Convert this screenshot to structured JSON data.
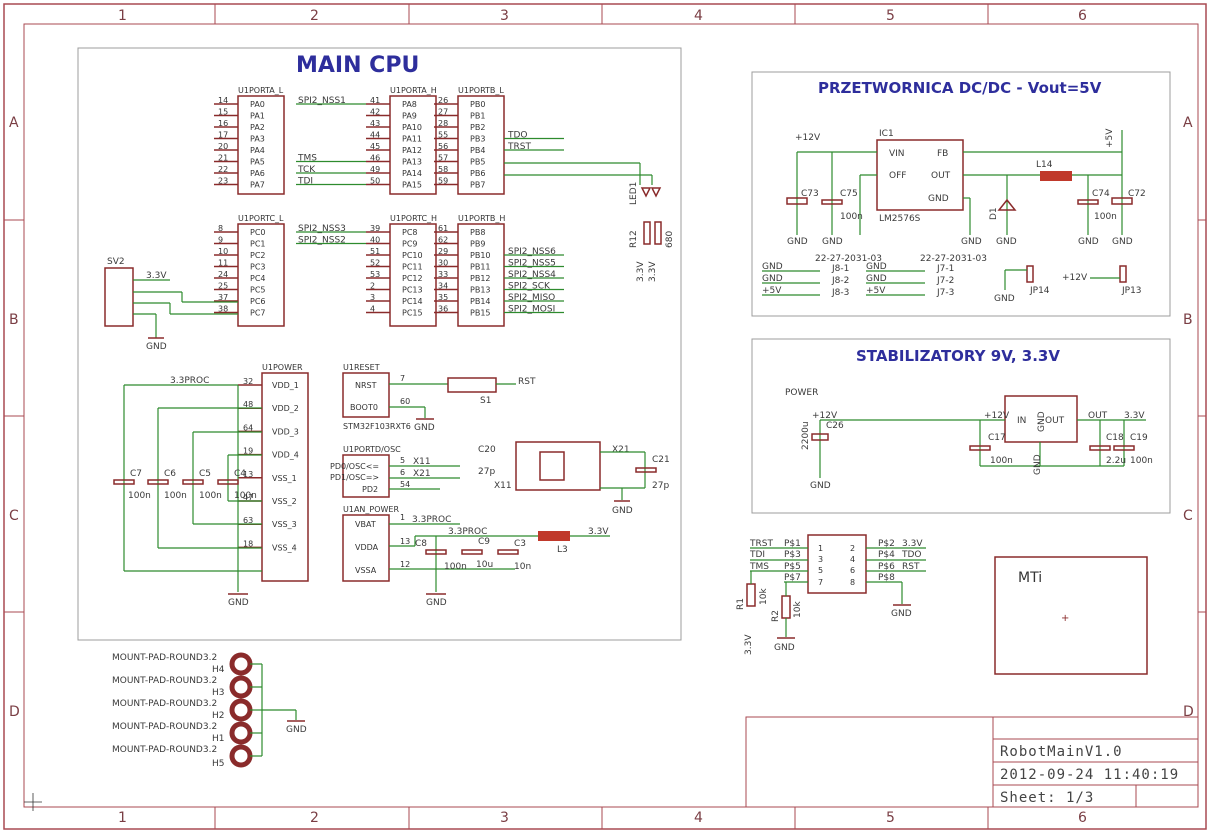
{
  "grid": {
    "columns": [
      "1",
      "2",
      "3",
      "4",
      "5",
      "6"
    ],
    "rows": [
      "A",
      "B",
      "C",
      "D"
    ]
  },
  "sections": {
    "main_cpu": "MAIN CPU",
    "dcdc": "PRZETWORNICA DC/DC - Vout=5V",
    "stab": "STABILIZATORY 9V, 3.3V",
    "mti": "MTi"
  },
  "cpu": {
    "porta_l": {
      "name": "U1PORTA_L",
      "pins": [
        "14",
        "15",
        "16",
        "17",
        "20",
        "21",
        "22",
        "23"
      ],
      "signals": [
        "PA0",
        "PA1",
        "PA2",
        "PA3",
        "PA4",
        "PA5",
        "PA6",
        "PA7"
      ]
    },
    "porta_h": {
      "name": "U1PORTA_H",
      "pins": [
        "41",
        "42",
        "43",
        "44",
        "45",
        "46",
        "49",
        "50"
      ],
      "signals": [
        "PA8",
        "PA9",
        "PA10",
        "PA11",
        "PA12",
        "PA13",
        "PA14",
        "PA15"
      ],
      "nets": [
        "SPI2_NSS1",
        "",
        "",
        "",
        "",
        "TMS",
        "TCK",
        "TDI"
      ]
    },
    "portb_l": {
      "name": "U1PORTB_L",
      "pins": [
        "26",
        "27",
        "28",
        "55",
        "56",
        "57",
        "58",
        "59"
      ],
      "signals": [
        "PB0",
        "PB1",
        "PB2",
        "PB3",
        "PB4",
        "PB5",
        "PB6",
        "PB7"
      ],
      "nets": [
        "",
        "",
        "",
        "TDO",
        "TRST",
        "",
        "",
        ""
      ]
    },
    "portc_l": {
      "name": "U1PORTC_L",
      "pins": [
        "8",
        "9",
        "10",
        "11",
        "24",
        "25",
        "37",
        "38"
      ],
      "signals": [
        "PC0",
        "PC1",
        "PC2",
        "PC3",
        "PC4",
        "PC5",
        "PC6",
        "PC7"
      ]
    },
    "portc_h": {
      "name": "U1PORTC_H",
      "pins": [
        "39",
        "40",
        "51",
        "52",
        "53",
        "2",
        "3",
        "4"
      ],
      "signals": [
        "PC8",
        "PC9",
        "PC10",
        "PC11",
        "PC12",
        "PC13",
        "PC14",
        "PC15"
      ],
      "nets": [
        "SPI2_NSS3",
        "SPI2_NSS2",
        "",
        "",
        "",
        "",
        "",
        ""
      ]
    },
    "portb_h": {
      "name": "U1PORTB_H",
      "pins": [
        "61",
        "62",
        "29",
        "30",
        "33",
        "34",
        "35",
        "36"
      ],
      "signals": [
        "PB8",
        "PB9",
        "PB10",
        "PB11",
        "PB12",
        "PB13",
        "PB14",
        "PB15"
      ],
      "nets": [
        "",
        "",
        "SPI2_NSS6",
        "SPI2_NSS5",
        "SPI2_NSS4",
        "SPI2_SCK",
        "SPI2_MISO",
        "SPI2_MOSI"
      ]
    },
    "power": {
      "name": "U1POWER",
      "pins": [
        "32",
        "48",
        "64",
        "19",
        "13",
        "47",
        "63",
        "18"
      ],
      "signals": [
        "VDD_1",
        "VDD_2",
        "VDD_3",
        "VDD_4",
        "VSS_1",
        "VSS_2",
        "VSS_3",
        "VSS_4"
      ]
    },
    "reset": {
      "name": "U1RESET",
      "signals": [
        "NRST",
        "BOOT0"
      ],
      "pins": [
        "7",
        "60"
      ],
      "part": "STM32F103RXT6"
    },
    "osc": {
      "name": "U1PORTD/OSC",
      "signals": [
        "PD0/OSC<=",
        "PD1/OSC=>",
        "PD2"
      ],
      "pins": [
        "5",
        "6",
        "54"
      ],
      "nets": [
        "X11",
        "X21",
        ""
      ]
    },
    "analog": {
      "name": "U1AN_POWER",
      "signals": [
        "VBAT",
        "VDDA",
        "VSSA"
      ],
      "pins": [
        "1",
        "13",
        "12"
      ]
    }
  },
  "labels": {
    "rst": "RST",
    "s1": "S1",
    "gnd": "GND",
    "v33": "3.3V",
    "v33proc": "3.3PROC",
    "v12": "+12V",
    "v5": "+5V",
    "sv2": "SV2",
    "l3": "L3",
    "c20": "C20",
    "c21": "C21",
    "c21v": "27p",
    "c20v": "27p",
    "x11": "X11",
    "x21": "X21",
    "c8": "C8",
    "c8v": "100n",
    "c9": "C9",
    "c9v": "10u",
    "c3": "C3",
    "c3v": "10n",
    "c7": "C7",
    "c6": "C6",
    "c5": "C5",
    "c4": "C4",
    "cv": "100n",
    "led": "LED1",
    "r12": "R12",
    "r680": "680",
    "ic1": "IC1",
    "lm": "LM2576S",
    "vin": "VIN",
    "fb": "FB",
    "off": "OFF",
    "out": "OUT",
    "icgnd": "GND",
    "c73": "C73",
    "c75": "C75",
    "c75v": "100n",
    "c74": "C74",
    "c74v": "100n",
    "c72": "C72",
    "l14": "L14",
    "d1": "D1",
    "j8": "22-27-2031-03",
    "j7": "22-27-2031-03",
    "j81": "J8-1",
    "j82": "J8-2",
    "j83": "J8-3",
    "j71": "J7-1",
    "j72": "J7-2",
    "j73": "J7-3",
    "jp14": "JP14",
    "jp13": "JP13",
    "power": "POWER",
    "c26": "C26",
    "c26v": "2200u",
    "c17": "C17",
    "c17v": "100n",
    "c18": "C18",
    "c18v": "2.2u",
    "c19": "C19",
    "c19v": "100n",
    "reg_in": "IN",
    "reg_out": "OUT",
    "reg_gnd": "GND",
    "trst": "TRST",
    "tdi": "TDI",
    "tms": "TMS",
    "tdo": "TDO",
    "ps1": "P$1",
    "ps3": "P$3",
    "ps5": "P$5",
    "ps7": "P$7",
    "ps2": "P$2",
    "ps4": "P$4",
    "ps6": "P$6",
    "ps8": "P$8",
    "r1": "R1",
    "r2": "R2",
    "r10k": "10k",
    "mount": "MOUNT-PAD-ROUND3.2",
    "h4": "H4",
    "h3": "H3",
    "h2": "H2",
    "h1": "H1",
    "h5": "H5"
  },
  "title_block": {
    "name": "RobotMainV1.0",
    "date": "2012-09-24 11:40:19",
    "sheet": "Sheet: 1/3"
  },
  "colors": {
    "frame": "#a94a52",
    "wire": "#2e8b2e",
    "symbol": "#8a2b2b",
    "title": "#2e2e9c"
  }
}
